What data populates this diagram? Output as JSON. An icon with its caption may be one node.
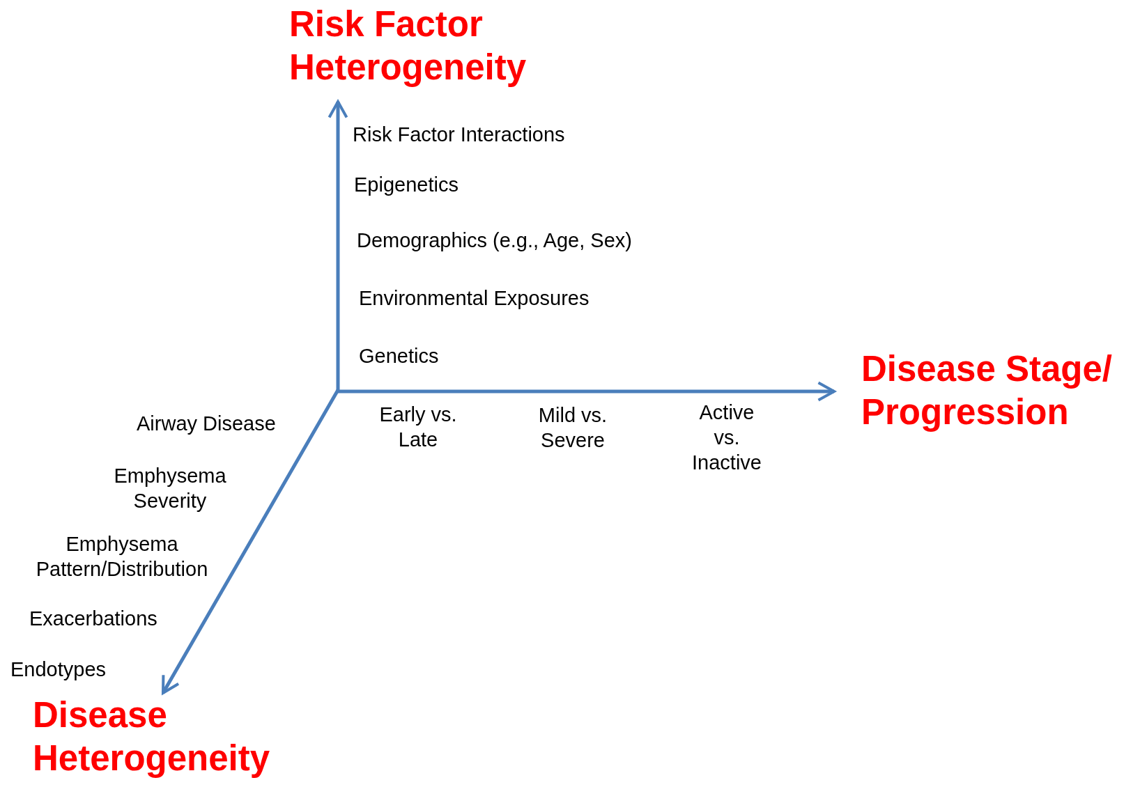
{
  "diagram": {
    "labels": [
      "Risk Factor Heterogeneity",
      "Risk Factor Interactions",
      "Epigenetics",
      "Demographics (e.g., Age, Sex)",
      "Environmental Exposures",
      "Genetics",
      "Disease Stage/ Progression",
      "Early vs. Late",
      "Mild vs. Severe",
      "Active vs. Inactive",
      "Airway Disease",
      "Emphysema Severity",
      "Emphysema Pattern/Distribution",
      "Exacerbations",
      "Endotypes",
      "Disease Heterogeneity"
    ]
  }
}
